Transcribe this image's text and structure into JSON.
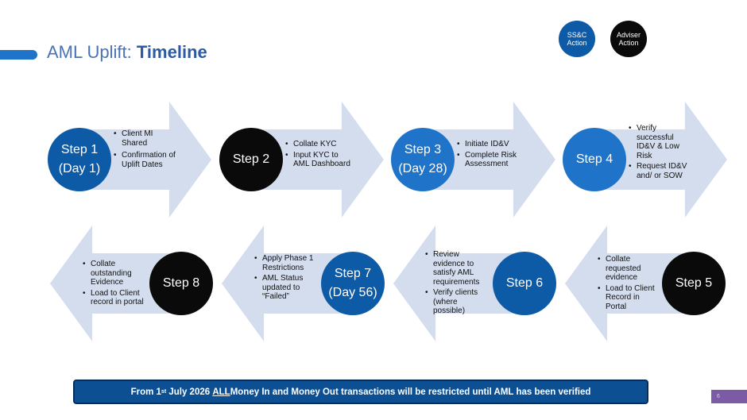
{
  "header": {
    "title_prefix": "AML Uplift: ",
    "title_emphasis": "Timeline"
  },
  "legend": {
    "ssc": "SS&C\nAction",
    "adviser": "Adviser\nAction"
  },
  "colors": {
    "ssc_dark": "#0d5aa6",
    "ssc_light": "#1f73c8",
    "adviser": "#0a0a0a",
    "arrow": "#d3ddee",
    "banner": "#0d4f93"
  },
  "steps": [
    {
      "label": "Step 1",
      "sub": "(Day 1)",
      "actor": "ssc",
      "bullets": [
        "Client MI Shared",
        "Confirmation of Uplift Dates"
      ]
    },
    {
      "label": "Step 2",
      "sub": "",
      "actor": "adviser",
      "bullets": [
        "Collate KYC",
        "Input KYC to AML Dashboard"
      ]
    },
    {
      "label": "Step 3",
      "sub": "(Day 28)",
      "actor": "ssc",
      "bullets": [
        "Initiate ID&V",
        "Complete Risk Assessment"
      ]
    },
    {
      "label": "Step 4",
      "sub": "",
      "actor": "ssc",
      "bullets": [
        "Verify successful ID&V & Low Risk",
        "Request ID&V and/ or SOW"
      ]
    },
    {
      "label": "Step 5",
      "sub": "",
      "actor": "adviser",
      "bullets": [
        "Collate requested evidence",
        "Load to Client Record in Portal"
      ]
    },
    {
      "label": "Step 6",
      "sub": "",
      "actor": "ssc",
      "bullets": [
        "Review evidence to satisfy AML requirements",
        "Verify clients (where possible)"
      ]
    },
    {
      "label": "Step 7",
      "sub": "(Day 56)",
      "actor": "ssc",
      "bullets": [
        "Apply Phase 1 Restrictions",
        "AML Status updated to “Failed”"
      ]
    },
    {
      "label": "Step 8",
      "sub": "",
      "actor": "adviser",
      "bullets": [
        "Collate outstanding Evidence",
        "Load to Client record in portal"
      ]
    }
  ],
  "banner": {
    "pre": "From 1",
    "sup": "st",
    "mid": " July 2026 ",
    "emph": "ALL",
    "post": " Money In and Money Out transactions will be restricted until AML has been verified"
  },
  "page_number": "6"
}
